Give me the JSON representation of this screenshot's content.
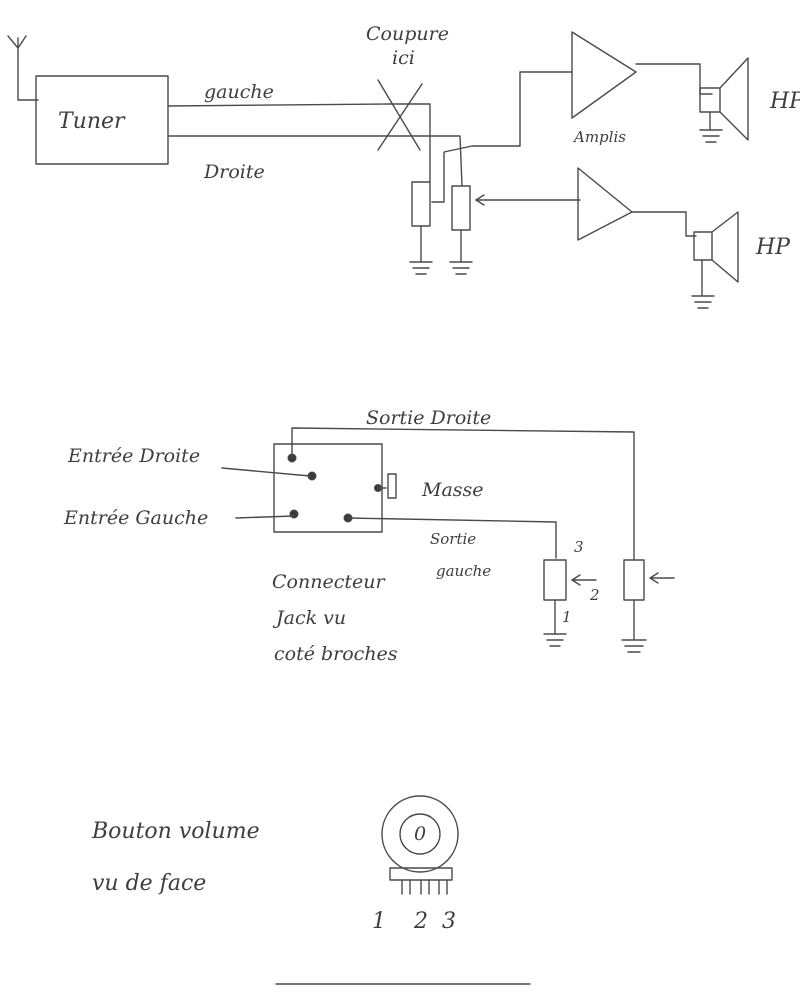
{
  "top": {
    "tuner": "Tuner",
    "left": "gauche",
    "right": "Droite",
    "cut1": "Coupure",
    "cut2": "ici",
    "amps": "Amplis",
    "hp1": "HP",
    "hp2": "HP"
  },
  "middle": {
    "in_right": "Entrée Droite",
    "in_left": "Entrée Gauche",
    "out_right": "Sortie Droite",
    "ground": "Masse",
    "out_left1": "Sortie",
    "out_left2": "gauche",
    "conn1": "Connecteur",
    "conn2": "Jack vu",
    "conn3": "coté broches",
    "pin3": "3",
    "pin2": "2",
    "pin1": "1"
  },
  "bottom": {
    "knob1": "Bouton volume",
    "knob2": "vu de face",
    "knob_face": "0",
    "p1": "1",
    "p2": "2",
    "p3": "3"
  }
}
